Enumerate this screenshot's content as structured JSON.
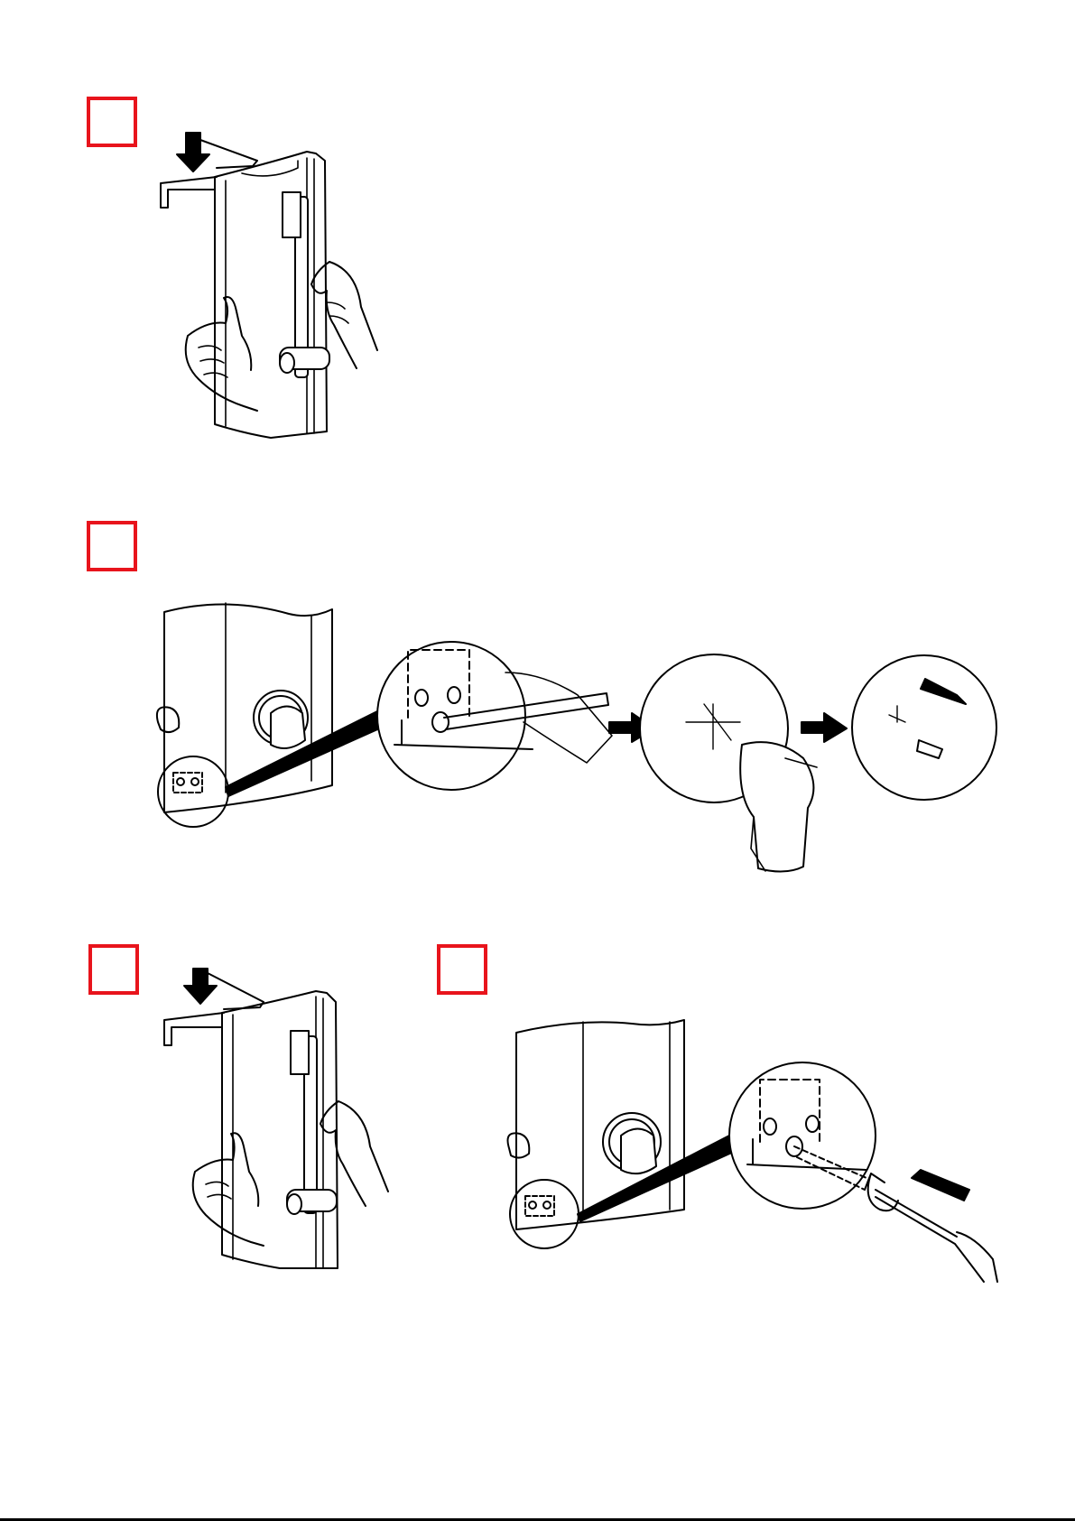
{
  "page": {
    "background": "#ffffff",
    "ink": "#000000"
  },
  "step_markers": [
    {
      "id": "step-1",
      "border_color": "#e8141c",
      "label": ""
    },
    {
      "id": "step-2",
      "border_color": "#e8141c",
      "label": ""
    },
    {
      "id": "step-3",
      "border_color": "#e8141c",
      "label": ""
    },
    {
      "id": "step-4",
      "border_color": "#e8141c",
      "label": ""
    }
  ],
  "illustrations": {
    "step_1": "panel-with-rail-hands-icon",
    "step_2": "mark-drill-plug-sequence-icon",
    "step_3": "panel-with-rail-hands-icon",
    "step_4": "screw-fixing-detail-icon"
  },
  "icons": [
    "arrow-down-icon",
    "arrow-right-icon",
    "drill-icon",
    "pencil-icon",
    "screwdriver-icon",
    "wall-plug-icon",
    "crosshair-icon"
  ]
}
